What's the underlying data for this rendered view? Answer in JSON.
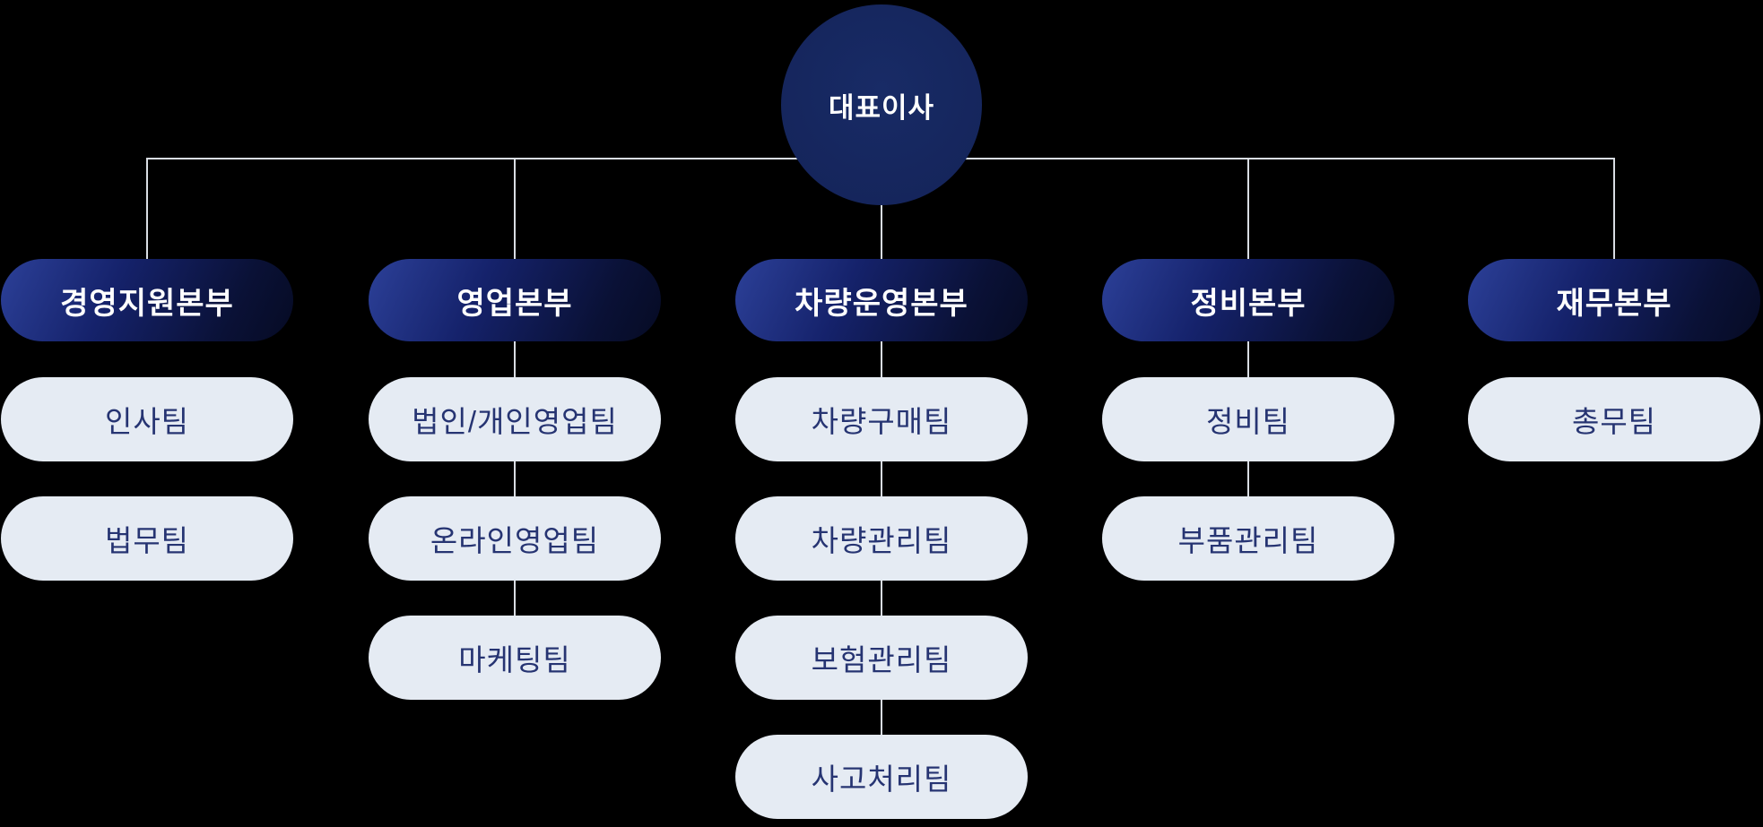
{
  "org_chart": {
    "root": {
      "label": "대표이사"
    },
    "columns": [
      {
        "label": "경영지원본부",
        "teams": [
          "인사팀",
          "법무팀"
        ]
      },
      {
        "label": "영업본부",
        "teams": [
          "법인/개인영업팀",
          "온라인영업팀",
          "마케팅팀"
        ]
      },
      {
        "label": "차량운영본부",
        "teams": [
          "차량구매팀",
          "차량관리팀",
          "보험관리팀",
          "사고처리팀"
        ]
      },
      {
        "label": "정비본부",
        "teams": [
          "정비팀",
          "부품관리팀"
        ]
      },
      {
        "label": "재무본부",
        "teams": [
          "총무팀"
        ]
      }
    ],
    "colors": {
      "background": "#000000",
      "root_node_fill": "#16285e",
      "dept_gradient_start": "#2c4098",
      "dept_gradient_end": "#060b24",
      "team_fill": "#e5ebf3",
      "team_text": "#263472",
      "dept_text": "#ffffff",
      "root_text": "#ffffff",
      "connector": "#d9dde3"
    }
  }
}
